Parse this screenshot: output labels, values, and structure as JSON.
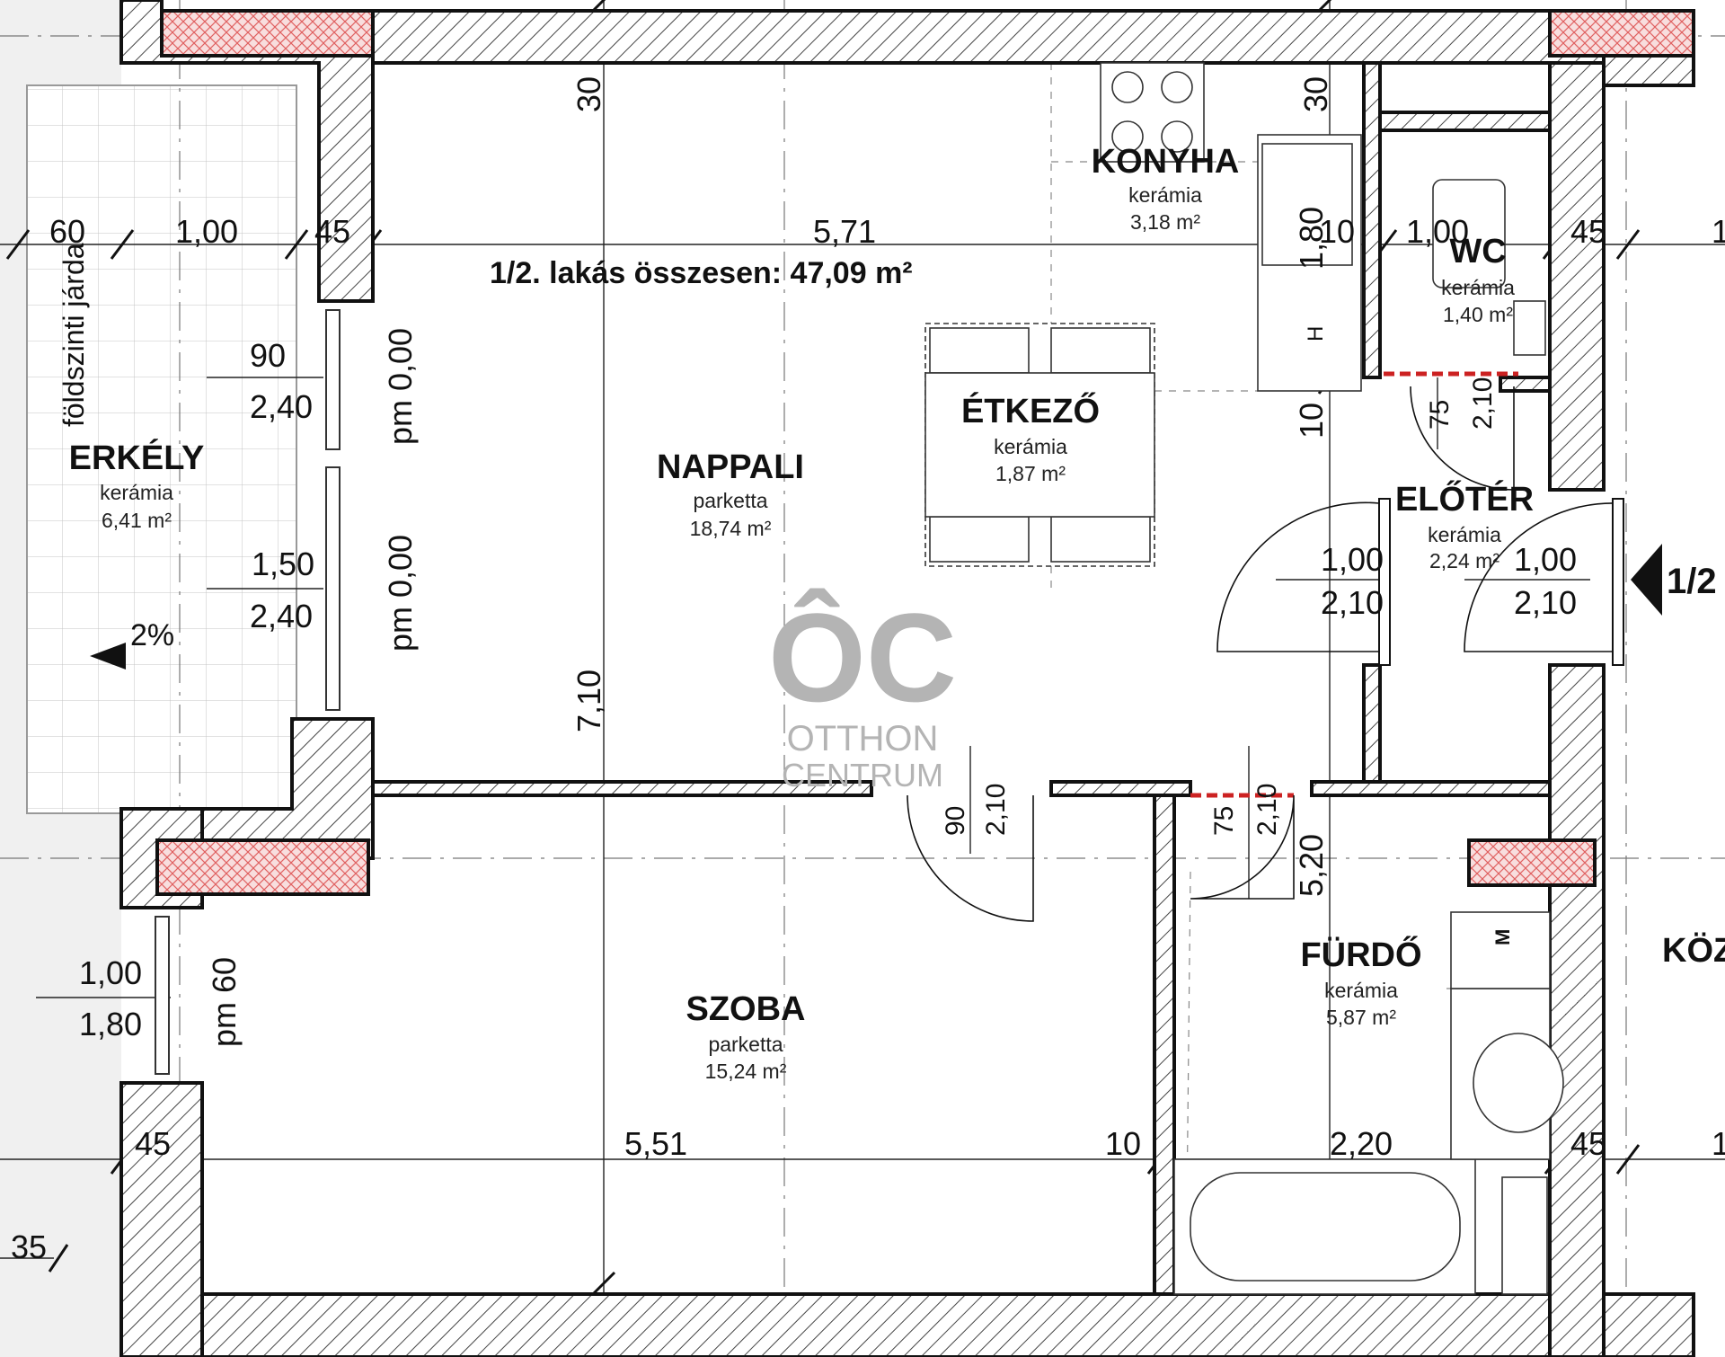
{
  "title": "1/2. lakás összesen: 47,09 m²",
  "rooms": [
    {
      "name": "ERKÉLY",
      "floor": "kerámia",
      "area": "6,41 m²"
    },
    {
      "name": "NAPPALI",
      "floor": "parketta",
      "area": "18,74 m²"
    },
    {
      "name": "KONYHA",
      "floor": "kerámia",
      "area": "3,18 m²"
    },
    {
      "name": "ÉTKEZŐ",
      "floor": "kerámia",
      "area": "1,87 m²"
    },
    {
      "name": "WC",
      "floor": "kerámia",
      "area": "1,40 m²"
    },
    {
      "name": "ELŐTÉR",
      "floor": "kerámia",
      "area": "2,24 m²"
    },
    {
      "name": "SZOBA",
      "floor": "parketta",
      "area": "15,24 m²"
    },
    {
      "name": "FÜRDŐ",
      "floor": "kerámia",
      "area": "5,87 m²"
    }
  ],
  "side_labels": {
    "left": "földszinti járda",
    "right": "KÖZ",
    "entrance": "1/2",
    "slope": "2%",
    "hood": "H",
    "machine": "M"
  },
  "watermark": {
    "mark": "ÔC",
    "line1": "OTTHON",
    "line2": "CENTRUM"
  },
  "dimensions": {
    "top_row": [
      "60",
      "1,00",
      "45",
      "5,71",
      "10",
      "1,00",
      "45",
      "1"
    ],
    "bottom_row": [
      "45",
      "5,51",
      "10",
      "2,20",
      "45",
      "1"
    ],
    "corner_35": "35",
    "window_1": [
      "90",
      "2,40"
    ],
    "window_2": [
      "1,50",
      "2,40"
    ],
    "window_3": [
      "1,00",
      "1,80"
    ],
    "pm_1": "pm 0,00",
    "pm_2": "pm 0,00",
    "pm_3": "pm 60",
    "vertical_nappali": "7,10",
    "vertical_top_left": "30",
    "vertical_top_right": "30",
    "kitchen_180": "1,80",
    "kitchen_10": "10",
    "wc_door": [
      "75",
      "2,10"
    ],
    "entry_door_left": [
      "1,00",
      "2,10"
    ],
    "entry_door_right": [
      "1,00",
      "2,10"
    ],
    "szoba_door": [
      "90",
      "2,10"
    ],
    "furdo_door": [
      "75",
      "2,10"
    ],
    "furdo_vertical": "5,20"
  },
  "colors": {
    "wall": "#111111",
    "hatch": "#444444",
    "chimney_fill": "#f6d6d6",
    "chimney_hatch": "#e06060",
    "door_sill": "#cc2222",
    "balcony_grid": "#bbbbbb",
    "watermark": "#b4b4b4"
  }
}
